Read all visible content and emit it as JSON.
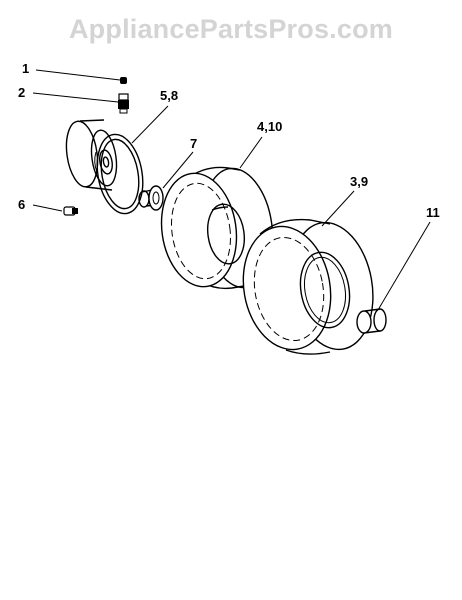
{
  "watermark": "AppliancePartsPros.com",
  "callouts": {
    "c1": "1",
    "c2": "2",
    "c58": "5,8",
    "c7": "7",
    "c410": "4,10",
    "c39": "3,9",
    "c6": "6",
    "c11": "11"
  }
}
